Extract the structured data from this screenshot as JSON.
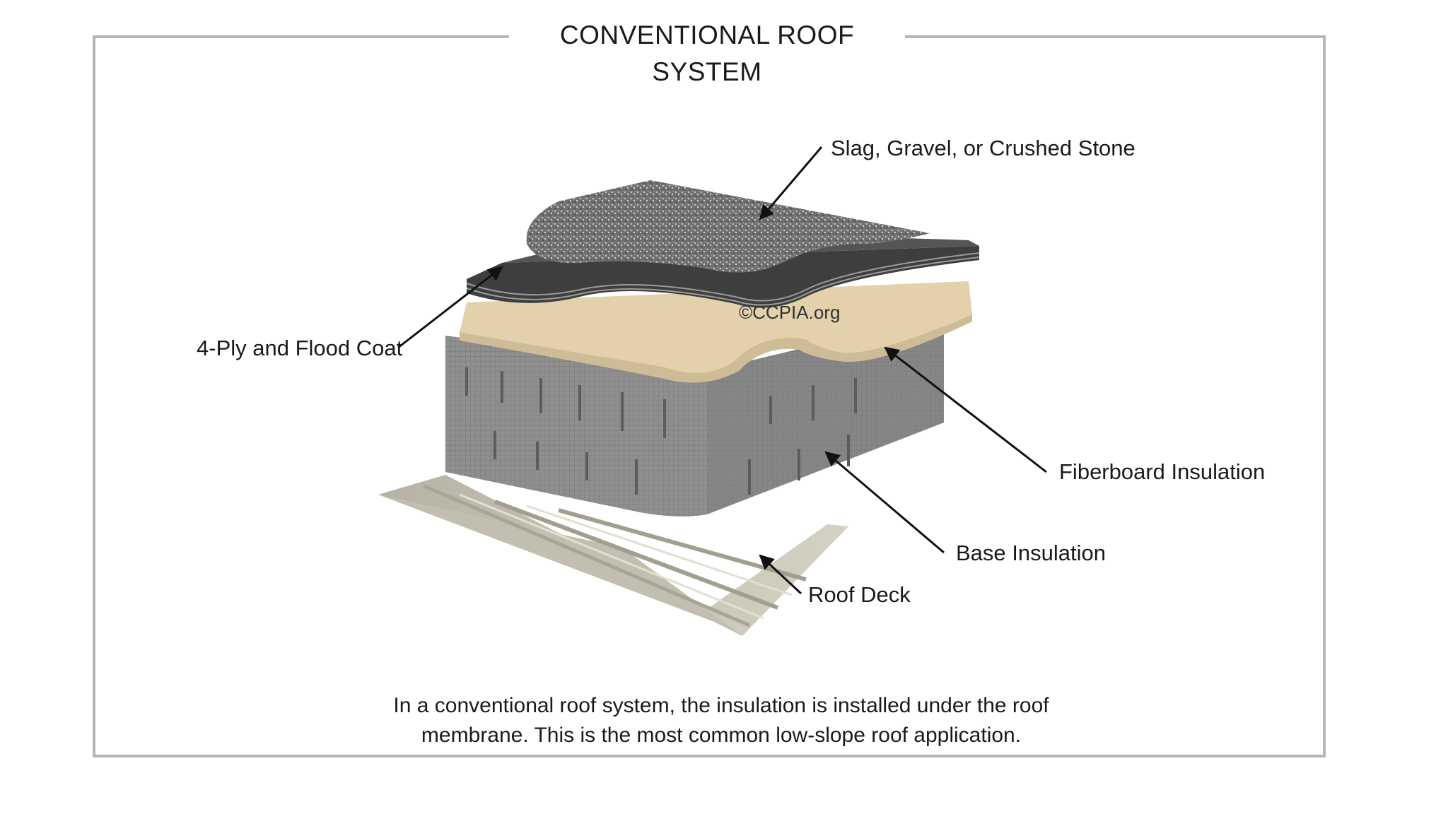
{
  "title": "CONVENTIONAL ROOF SYSTEM",
  "watermark": "©CCPIA.org",
  "labels": {
    "gravel": "Slag, Gravel, or Crushed Stone",
    "ply": "4-Ply and Flood Coat",
    "fiberboard": "Fiberboard Insulation",
    "base": "Base Insulation",
    "deck": "Roof Deck"
  },
  "caption": {
    "line1": "In a conventional roof system, the insulation is installed under the roof",
    "line2": "membrane.  This is the most common low-slope roof application."
  },
  "colors": {
    "frame": "#b5b5b5",
    "gravel": "#8a8a8a",
    "membrane": "#4a4a4a",
    "fiberboard": "#e2d1ab",
    "base_insulation": "#8c8c8c",
    "roof_deck": "#c9c5b6"
  }
}
